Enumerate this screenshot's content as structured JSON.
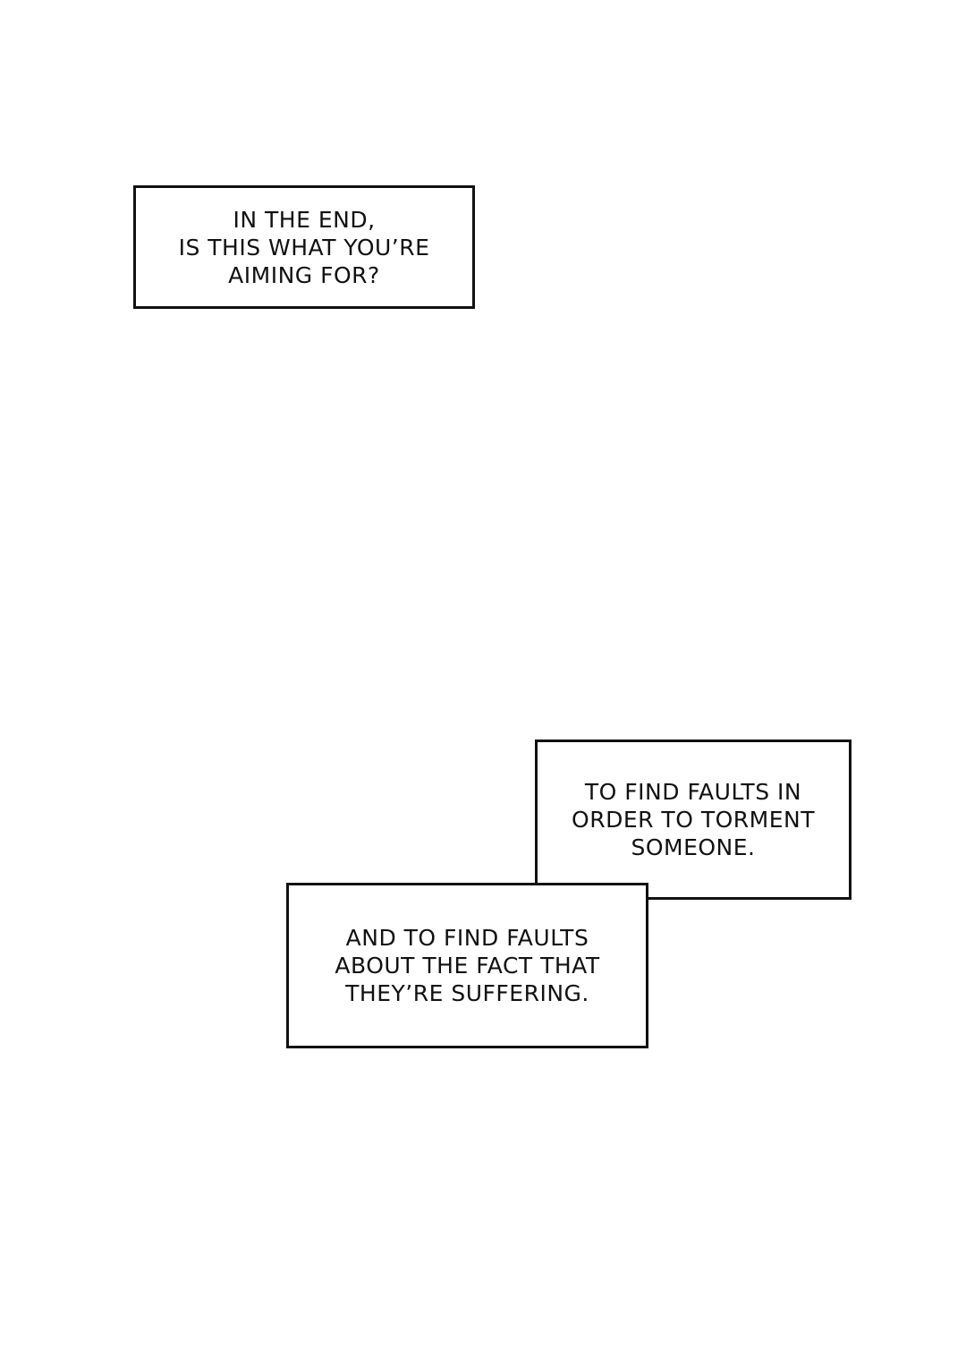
{
  "captions": [
    {
      "lines": [
        "IN THE END,",
        "IS THIS WHAT YOU’RE",
        "AIMING FOR?"
      ]
    },
    {
      "lines": [
        "TO FIND FAULTS IN",
        "ORDER TO TORMENT",
        "SOMEONE."
      ]
    },
    {
      "lines": [
        "AND TO FIND FAULTS",
        "ABOUT THE FACT THAT",
        "THEY’RE SUFFERING."
      ]
    }
  ]
}
